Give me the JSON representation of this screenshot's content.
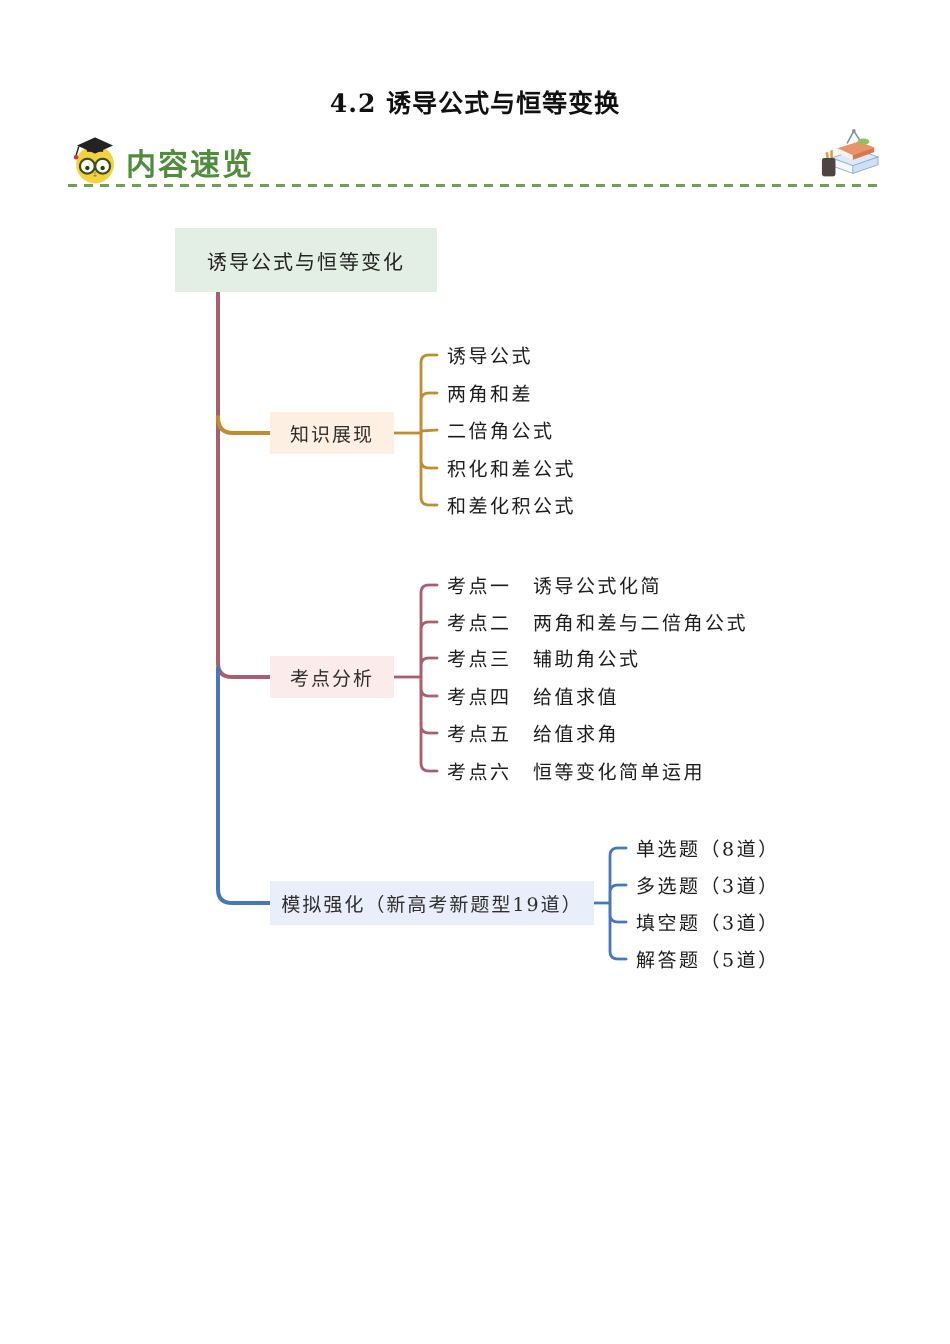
{
  "page_title": "4.2 诱导公式与恒等变换",
  "section": {
    "header": "内容速览",
    "left_icon": "owl-scholar-icon",
    "right_icon": "books-stack-icon",
    "accent_green": "#4f8c3c",
    "dash_color": "#70a24e"
  },
  "mindmap": {
    "root": {
      "label": "诱导公式与恒等变化",
      "bg": "#e3efe5"
    },
    "branches": [
      {
        "label": "知识展现",
        "bg": "#fdf0e2",
        "line_color": "#bf8d2f",
        "children": [
          "诱导公式",
          "两角和差",
          "二倍角公式",
          "积化和差公式",
          "和差化积公式"
        ]
      },
      {
        "label": "考点分析",
        "bg": "#fcebeb",
        "line_color": "#a85e6e",
        "children": [
          "考点一　诱导公式化简",
          "考点二　两角和差与二倍角公式",
          "考点三　辅助角公式",
          "考点四　给值求值",
          "考点五　给值求角",
          "考点六　恒等变化简单运用"
        ]
      },
      {
        "label": "模拟强化（新高考新题型19道）",
        "bg": "#e8eefa",
        "line_color": "#4677bd",
        "children": [
          "单选题（8道）",
          "多选题（3道）",
          "填空题（3道）",
          "解答题（5道）"
        ]
      }
    ]
  }
}
